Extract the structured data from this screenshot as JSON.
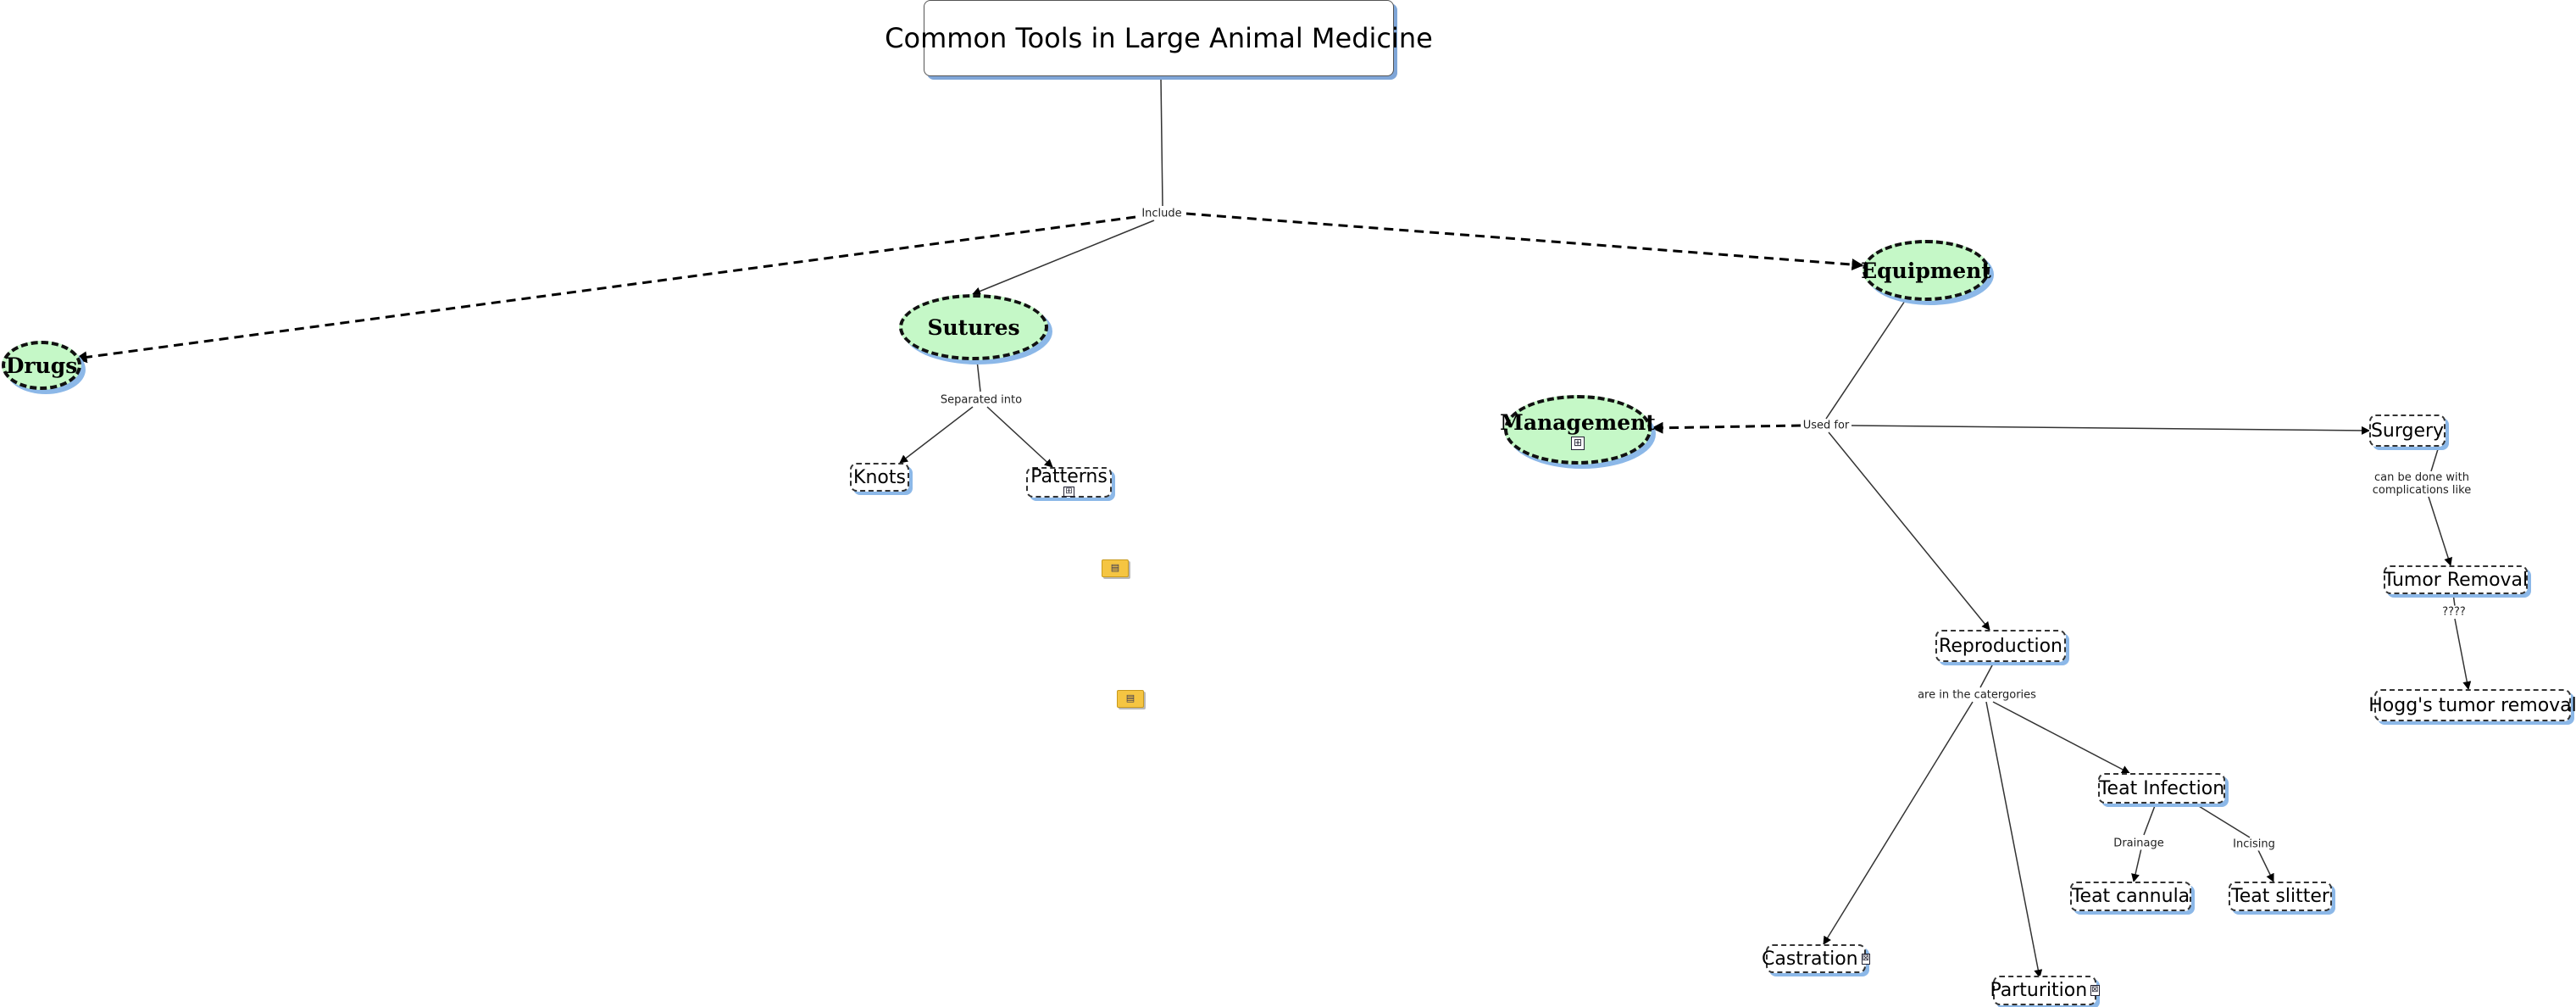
{
  "nodes": {
    "title": "Common Tools in Large Animal Medicine",
    "drugs": "Drugs",
    "sutures": "Sutures",
    "equipment": "Equipment",
    "management": "Management",
    "knots": "Knots",
    "patterns": "Patterns",
    "surgery": "Surgery",
    "tumor_removal": "Tumor Removal",
    "hoggs": "Hogg's tumor removal",
    "reproduction": "Reproduction",
    "teat_infection": "Teat Infection",
    "teat_cannula": "Teat cannula",
    "teat_slitter": "Teat slitter",
    "castration": "Castration",
    "parturition": "Parturition"
  },
  "links": {
    "include": "Include",
    "separated_into": "Separated into",
    "used_for": "Used for",
    "can_be_done_with": "can be done with\ncomplications like",
    "unknown": "????",
    "are_in_categories": "are in the catergories",
    "drainage": "Drainage",
    "incising": "Incising"
  },
  "icons": {
    "resource": "concept-map-resource-icon",
    "sticky": "sticky-note-icon"
  },
  "colors": {
    "oval_fill": "#c5f8c7",
    "shadow": "#8cb8e8",
    "sticky": "#f5c542"
  }
}
